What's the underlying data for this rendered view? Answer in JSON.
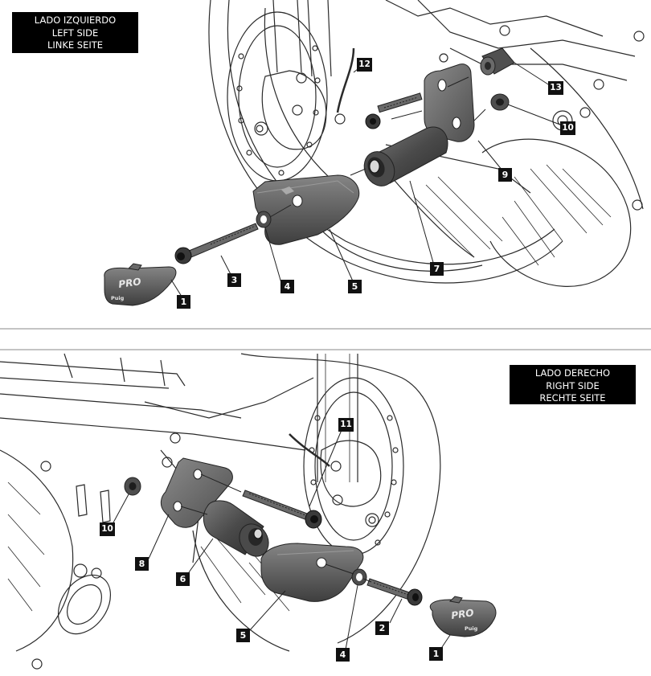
{
  "panels": [
    {
      "id": "left",
      "label_lines": [
        "LADO IZQUIERDO",
        "LEFT SIDE",
        "LINKE SEITE"
      ],
      "callouts": [
        {
          "number": "1"
        },
        {
          "number": "3"
        },
        {
          "number": "4"
        },
        {
          "number": "5"
        },
        {
          "number": "7"
        },
        {
          "number": "9"
        },
        {
          "number": "10"
        },
        {
          "number": "12"
        },
        {
          "number": "13"
        }
      ]
    },
    {
      "id": "right",
      "label_lines": [
        "LADO DERECHO",
        "RIGHT SIDE",
        "RECHTE SEITE"
      ],
      "callouts": [
        {
          "number": "1"
        },
        {
          "number": "2"
        },
        {
          "number": "4"
        },
        {
          "number": "5"
        },
        {
          "number": "6"
        },
        {
          "number": "8"
        },
        {
          "number": "10"
        },
        {
          "number": "11"
        }
      ]
    }
  ],
  "logos": {
    "pro_text": "PRO",
    "brand_text": "Puig"
  },
  "colors": {
    "line": "#2a2a2a",
    "part": "#5a5a5a",
    "part_dark": "#3c3c3c",
    "part_light": "#8a8a8a",
    "label_bg": "#000000"
  }
}
